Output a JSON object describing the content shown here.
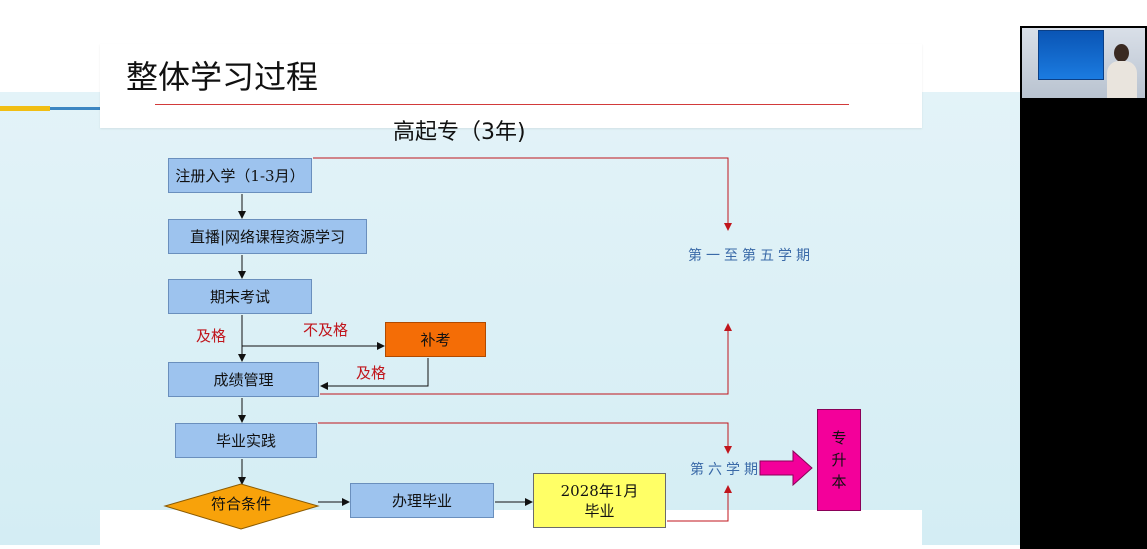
{
  "slide": {
    "title": "整体学习过程",
    "subtitle": "高起专（3年)"
  },
  "flowchart": {
    "steps": {
      "register": "注册入学（1-3月）",
      "study": "直播|网络课程资源学习",
      "exam": "期末考试",
      "makeup": "补考",
      "grades": "成绩管理",
      "practice": "毕业实践",
      "condition": "符合条件",
      "graduate_procedure": "办理毕业",
      "graduation_date_line1": "2028年1月",
      "graduation_date_line2": "毕业",
      "upgrade": "专升本"
    },
    "labels": {
      "pass_1": "及格",
      "fail": "不及格",
      "pass_2": "及格"
    },
    "phases": {
      "semester_1_5": "第一至第五学期",
      "semester_6": "第六学期"
    }
  },
  "colors": {
    "step_blue": "#9dc3ee",
    "makeup_orange": "#f46d06",
    "condition_orange": "#f8a20a",
    "graduation_yellow": "#ffff66",
    "upgrade_magenta": "#f3009a",
    "red_line": "#c0151c",
    "phase_text": "#3a6aa8"
  }
}
